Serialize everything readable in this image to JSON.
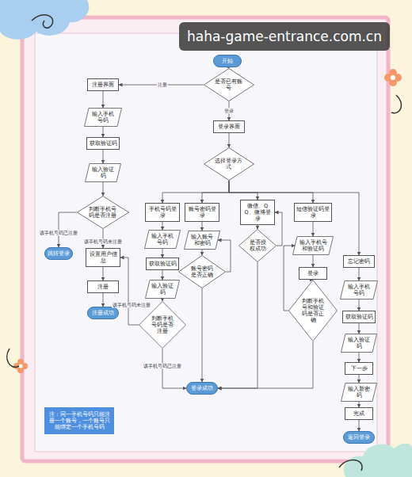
{
  "diagram": {
    "nodes": [
      {
        "text": [
          "开始"
        ]
      },
      {
        "text": [
          "是否已有账号"
        ]
      },
      {
        "text": [
          "注册界面"
        ]
      },
      {
        "text": [
          "登录界面"
        ]
      },
      {
        "text": [
          "选择登录方式"
        ]
      },
      {
        "text": [
          "输入手机号码"
        ]
      },
      {
        "text": [
          "获取验证码"
        ]
      },
      {
        "text": [
          "输入验证码"
        ]
      },
      {
        "text": [
          "判断手机号码是否注册"
        ]
      },
      {
        "text": [
          "跳转登录"
        ]
      },
      {
        "text": [
          "设置用户信息"
        ]
      },
      {
        "text": [
          "注册"
        ]
      },
      {
        "text": [
          "注册成功"
        ]
      },
      {
        "text": [
          "手机号码登录"
        ]
      },
      {
        "text": [
          "输入手机号码"
        ]
      },
      {
        "text": [
          "获取验证码"
        ]
      },
      {
        "text": [
          "输入验证码"
        ]
      },
      {
        "text": [
          "判断手机号码是否注册"
        ]
      },
      {
        "text": [
          "账号密码登录"
        ]
      },
      {
        "text": [
          "输入账号和密码"
        ]
      },
      {
        "text": [
          "账号密码是否正确"
        ]
      },
      {
        "text": [
          "微信、QQ、微博登录"
        ]
      },
      {
        "text": [
          "是否授权成功"
        ]
      },
      {
        "text": [
          "短信验证码登录"
        ]
      },
      {
        "text": [
          "输入手机号和验证码"
        ]
      },
      {
        "text": [
          "登录"
        ]
      },
      {
        "text": [
          "判断手机号和验证码是否正确"
        ]
      },
      {
        "text": [
          "忘记密码"
        ]
      },
      {
        "text": [
          "输入手机号码"
        ]
      },
      {
        "text": [
          "获取验证码"
        ]
      },
      {
        "text": [
          "输入验证码"
        ]
      },
      {
        "text": [
          "下一步"
        ]
      },
      {
        "text": [
          "输入新密码"
        ]
      },
      {
        "text": [
          "完成"
        ]
      },
      {
        "text": [
          "登录成功"
        ]
      },
      {
        "text": [
          "返回登录"
        ]
      },
      {
        "text": [
          "注：同一手机号码只能注册一个账号，一个账号只能绑定一个手机号码"
        ]
      }
    ],
    "edges": [
      {
        "from": 0,
        "to": 1,
        "arrow": "to"
      },
      {
        "from": 1,
        "to": 2,
        "label": "注册",
        "arrow": "to"
      },
      {
        "from": 1,
        "to": 3,
        "label": "登录",
        "arrow": "to"
      },
      {
        "from": 3,
        "to": 4,
        "arrow": "to"
      },
      {
        "from": 4,
        "to": 13,
        "arrow": "to"
      },
      {
        "from": 4,
        "to": 18,
        "arrow": "to"
      },
      {
        "from": 4,
        "to": 21,
        "arrow": "to"
      },
      {
        "from": 4,
        "to": 23,
        "arrow": "to"
      },
      {
        "from": 4,
        "to": 27,
        "arrow": "to"
      },
      {
        "from": 2,
        "to": 5,
        "arrow": "to"
      },
      {
        "from": 5,
        "to": 6,
        "arrow": "to"
      },
      {
        "from": 6,
        "to": 7,
        "arrow": "to"
      },
      {
        "from": 7,
        "to": 8,
        "arrow": "to"
      },
      {
        "from": 8,
        "to": 9,
        "label": "该手机号码已注册",
        "arrow": "to"
      },
      {
        "from": 8,
        "to": 10,
        "label": "该手机号码未注册",
        "arrow": "to"
      },
      {
        "from": 10,
        "to": 11,
        "arrow": "to"
      },
      {
        "from": 11,
        "to": 12,
        "arrow": "to"
      },
      {
        "from": 13,
        "to": 14,
        "arrow": "to"
      },
      {
        "from": 14,
        "to": 15,
        "arrow": "to"
      },
      {
        "from": 15,
        "to": 16,
        "arrow": "to"
      },
      {
        "from": 16,
        "to": 17,
        "arrow": "to"
      },
      {
        "from": 17,
        "to": 10,
        "label": "该手机号码未注册",
        "arrow": "to"
      },
      {
        "from": 17,
        "to": 34,
        "label": "该手机号码已注册",
        "arrow": "to"
      },
      {
        "from": 18,
        "to": 19,
        "arrow": "to"
      },
      {
        "from": 19,
        "to": 20,
        "arrow": "to"
      },
      {
        "from": 20,
        "to": 34,
        "arrow": "to"
      },
      {
        "from": 20,
        "to": 19,
        "arrow": "to"
      },
      {
        "from": 21,
        "to": 22,
        "arrow": "to"
      },
      {
        "from": 22,
        "to": 34,
        "arrow": "to"
      },
      {
        "from": 22,
        "to": 21,
        "arrow": "to"
      },
      {
        "from": 23,
        "to": 24,
        "arrow": "to"
      },
      {
        "from": 24,
        "to": 25,
        "arrow": "to"
      },
      {
        "from": 25,
        "to": 26,
        "arrow": "to"
      },
      {
        "from": 26,
        "to": 34,
        "arrow": "to"
      },
      {
        "from": 26,
        "to": 24,
        "arrow": "to"
      },
      {
        "from": 27,
        "to": 28,
        "arrow": "to"
      },
      {
        "from": 28,
        "to": 29,
        "arrow": "to"
      },
      {
        "from": 29,
        "to": 30,
        "arrow": "to"
      },
      {
        "from": 30,
        "to": 31,
        "arrow": "to"
      },
      {
        "from": 31,
        "to": 32,
        "arrow": "to"
      },
      {
        "from": 32,
        "to": 33,
        "arrow": "to"
      },
      {
        "from": 33,
        "to": 35,
        "arrow": "to"
      }
    ],
    "labels": [
      "haha-game-entrance.com.cn"
    ]
  }
}
